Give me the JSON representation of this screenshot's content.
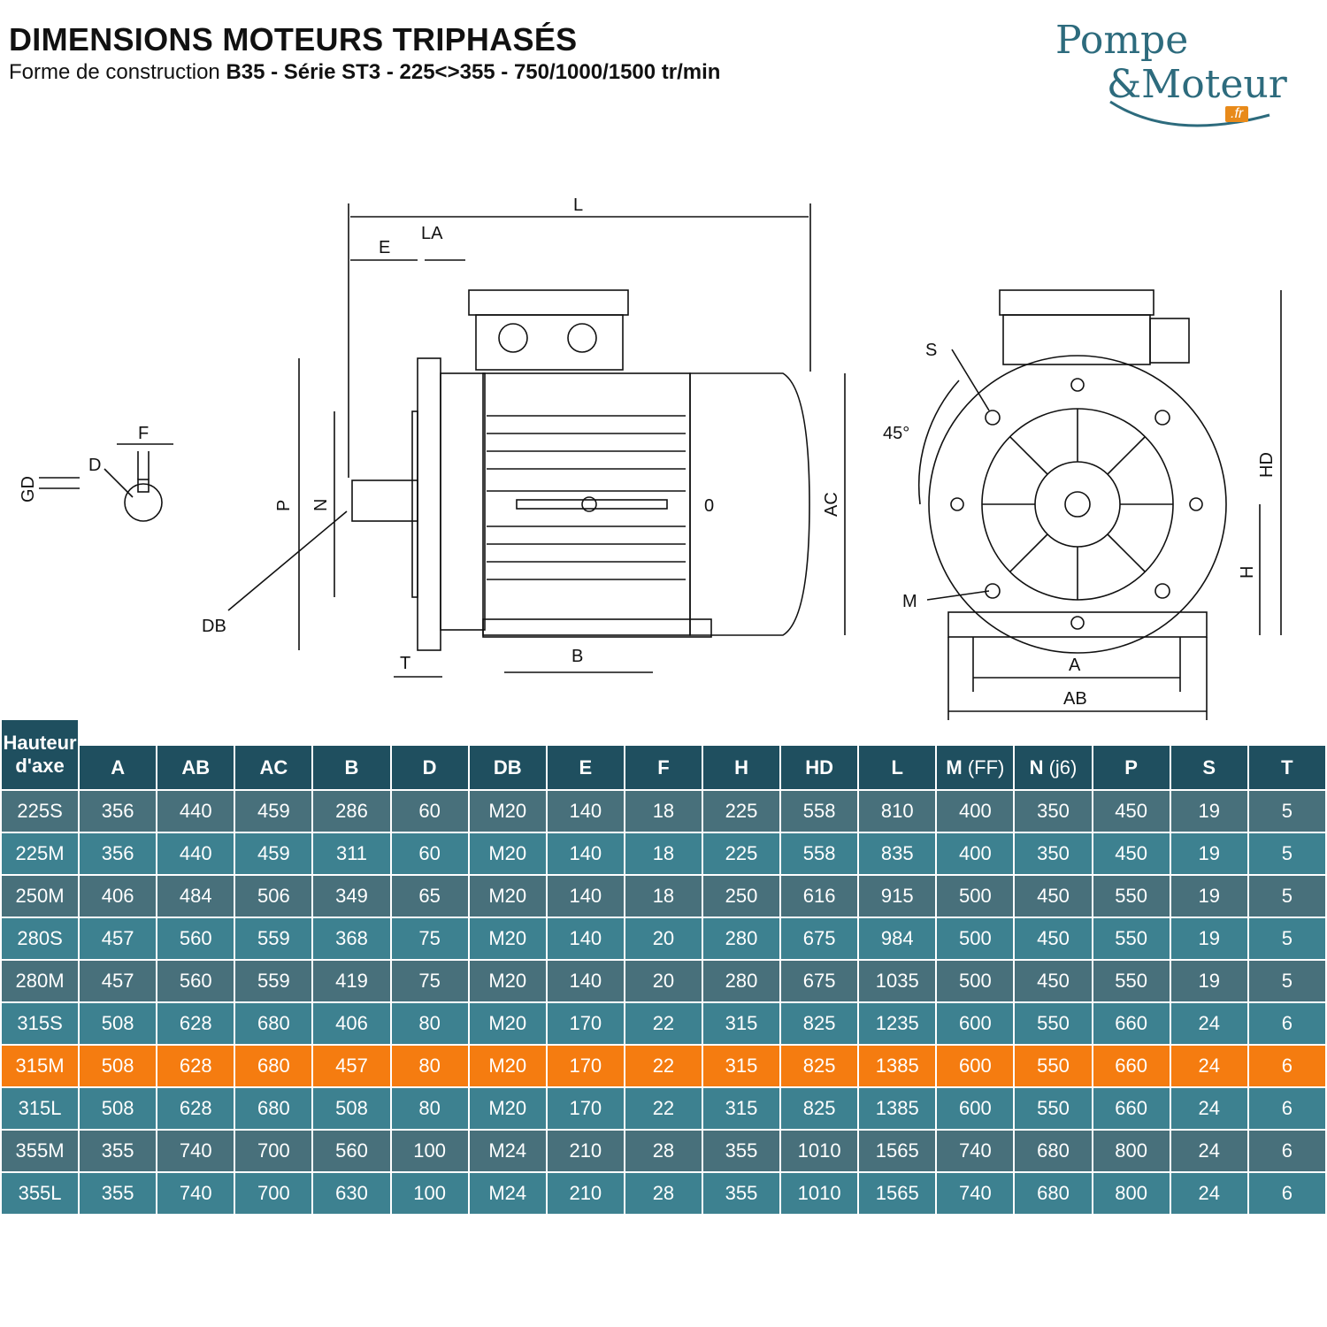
{
  "header": {
    "title": "DIMENSIONS MOTEURS TRIPHASÉS",
    "subtitle_prefix": "Forme de construction ",
    "subtitle_bold": "B35 - Série ST3 - 225<>355 - 750/1000/1500 tr/min"
  },
  "logo": {
    "line1": "Pompe",
    "line2": "&Moteur",
    "badge": ".fr",
    "colors": {
      "text": "#2d6b7d",
      "badge": "#e88a1a"
    }
  },
  "drawing": {
    "labels": {
      "L": "L",
      "E": "E",
      "LA": "LA",
      "F": "F",
      "D": "D",
      "GD": "GD",
      "P": "P",
      "N": "N",
      "O": "0",
      "AC": "AC",
      "DB": "DB",
      "T": "T",
      "B": "B",
      "S": "S",
      "angle": "45°",
      "HD": "HD",
      "H": "H",
      "M": "M",
      "A": "A",
      "AB": "AB"
    }
  },
  "table": {
    "first_header": [
      "Hauteur",
      "d'axe"
    ],
    "columns": [
      {
        "key": "A",
        "label": "A",
        "suffix": ""
      },
      {
        "key": "AB",
        "label": "AB",
        "suffix": ""
      },
      {
        "key": "AC",
        "label": "AC",
        "suffix": ""
      },
      {
        "key": "B",
        "label": "B",
        "suffix": ""
      },
      {
        "key": "D",
        "label": "D",
        "suffix": ""
      },
      {
        "key": "DB",
        "label": "DB",
        "suffix": ""
      },
      {
        "key": "E",
        "label": "E",
        "suffix": ""
      },
      {
        "key": "F",
        "label": "F",
        "suffix": ""
      },
      {
        "key": "H",
        "label": "H",
        "suffix": ""
      },
      {
        "key": "HD",
        "label": "HD",
        "suffix": ""
      },
      {
        "key": "L",
        "label": "L",
        "suffix": ""
      },
      {
        "key": "M",
        "label": "M",
        "suffix": " (FF)"
      },
      {
        "key": "N",
        "label": "N",
        "suffix": " (j6)"
      },
      {
        "key": "P",
        "label": "P",
        "suffix": ""
      },
      {
        "key": "S",
        "label": "S",
        "suffix": ""
      },
      {
        "key": "T",
        "label": "T",
        "suffix": ""
      }
    ],
    "rows": [
      {
        "axe": "225S",
        "highlight": false,
        "values": [
          "356",
          "440",
          "459",
          "286",
          "60",
          "M20",
          "140",
          "18",
          "225",
          "558",
          "810",
          "400",
          "350",
          "450",
          "19",
          "5"
        ]
      },
      {
        "axe": "225M",
        "highlight": false,
        "values": [
          "356",
          "440",
          "459",
          "311",
          "60",
          "M20",
          "140",
          "18",
          "225",
          "558",
          "835",
          "400",
          "350",
          "450",
          "19",
          "5"
        ]
      },
      {
        "axe": "250M",
        "highlight": false,
        "values": [
          "406",
          "484",
          "506",
          "349",
          "65",
          "M20",
          "140",
          "18",
          "250",
          "616",
          "915",
          "500",
          "450",
          "550",
          "19",
          "5"
        ]
      },
      {
        "axe": "280S",
        "highlight": false,
        "values": [
          "457",
          "560",
          "559",
          "368",
          "75",
          "M20",
          "140",
          "20",
          "280",
          "675",
          "984",
          "500",
          "450",
          "550",
          "19",
          "5"
        ]
      },
      {
        "axe": "280M",
        "highlight": false,
        "values": [
          "457",
          "560",
          "559",
          "419",
          "75",
          "M20",
          "140",
          "20",
          "280",
          "675",
          "1035",
          "500",
          "450",
          "550",
          "19",
          "5"
        ]
      },
      {
        "axe": "315S",
        "highlight": false,
        "values": [
          "508",
          "628",
          "680",
          "406",
          "80",
          "M20",
          "170",
          "22",
          "315",
          "825",
          "1235",
          "600",
          "550",
          "660",
          "24",
          "6"
        ]
      },
      {
        "axe": "315M",
        "highlight": true,
        "values": [
          "508",
          "628",
          "680",
          "457",
          "80",
          "M20",
          "170",
          "22",
          "315",
          "825",
          "1385",
          "600",
          "550",
          "660",
          "24",
          "6"
        ]
      },
      {
        "axe": "315L",
        "highlight": false,
        "values": [
          "508",
          "628",
          "680",
          "508",
          "80",
          "M20",
          "170",
          "22",
          "315",
          "825",
          "1385",
          "600",
          "550",
          "660",
          "24",
          "6"
        ]
      },
      {
        "axe": "355M",
        "highlight": false,
        "values": [
          "355",
          "740",
          "700",
          "560",
          "100",
          "M24",
          "210",
          "28",
          "355",
          "1010",
          "1565",
          "740",
          "680",
          "800",
          "24",
          "6"
        ]
      },
      {
        "axe": "355L",
        "highlight": false,
        "values": [
          "355",
          "740",
          "700",
          "630",
          "100",
          "M24",
          "210",
          "28",
          "355",
          "1010",
          "1565",
          "740",
          "680",
          "800",
          "24",
          "6"
        ]
      }
    ],
    "colors": {
      "header": "#1f4f5f",
      "row_dark": "#48707b",
      "row_light": "#3d8190",
      "highlight": "#f57c10"
    }
  }
}
